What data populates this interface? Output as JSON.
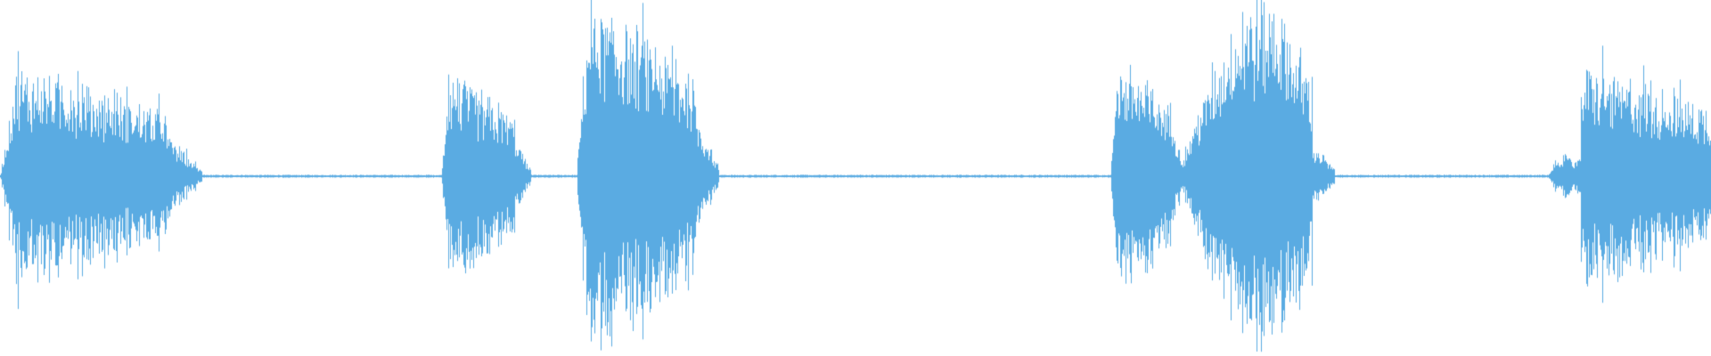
{
  "waveform": {
    "color": "#5aabe2",
    "baseline_color": "#5aabe2",
    "background": "#ffffff",
    "segments": [
      {
        "start": 0.0,
        "end": 0.118,
        "peak": 0.32,
        "style": "burst"
      },
      {
        "start": 0.258,
        "end": 0.31,
        "peak": 0.3,
        "style": "burst"
      },
      {
        "start": 0.337,
        "end": 0.42,
        "peak": 0.52,
        "style": "burst"
      },
      {
        "start": 0.649,
        "end": 0.694,
        "peak": 0.34,
        "style": "burst"
      },
      {
        "start": 0.692,
        "end": 0.78,
        "peak": 0.5,
        "style": "swell"
      },
      {
        "start": 0.905,
        "end": 0.922,
        "peak": 0.06,
        "style": "blip"
      },
      {
        "start": 0.914,
        "end": 1.0,
        "peak": 0.31,
        "style": "decay"
      }
    ]
  }
}
